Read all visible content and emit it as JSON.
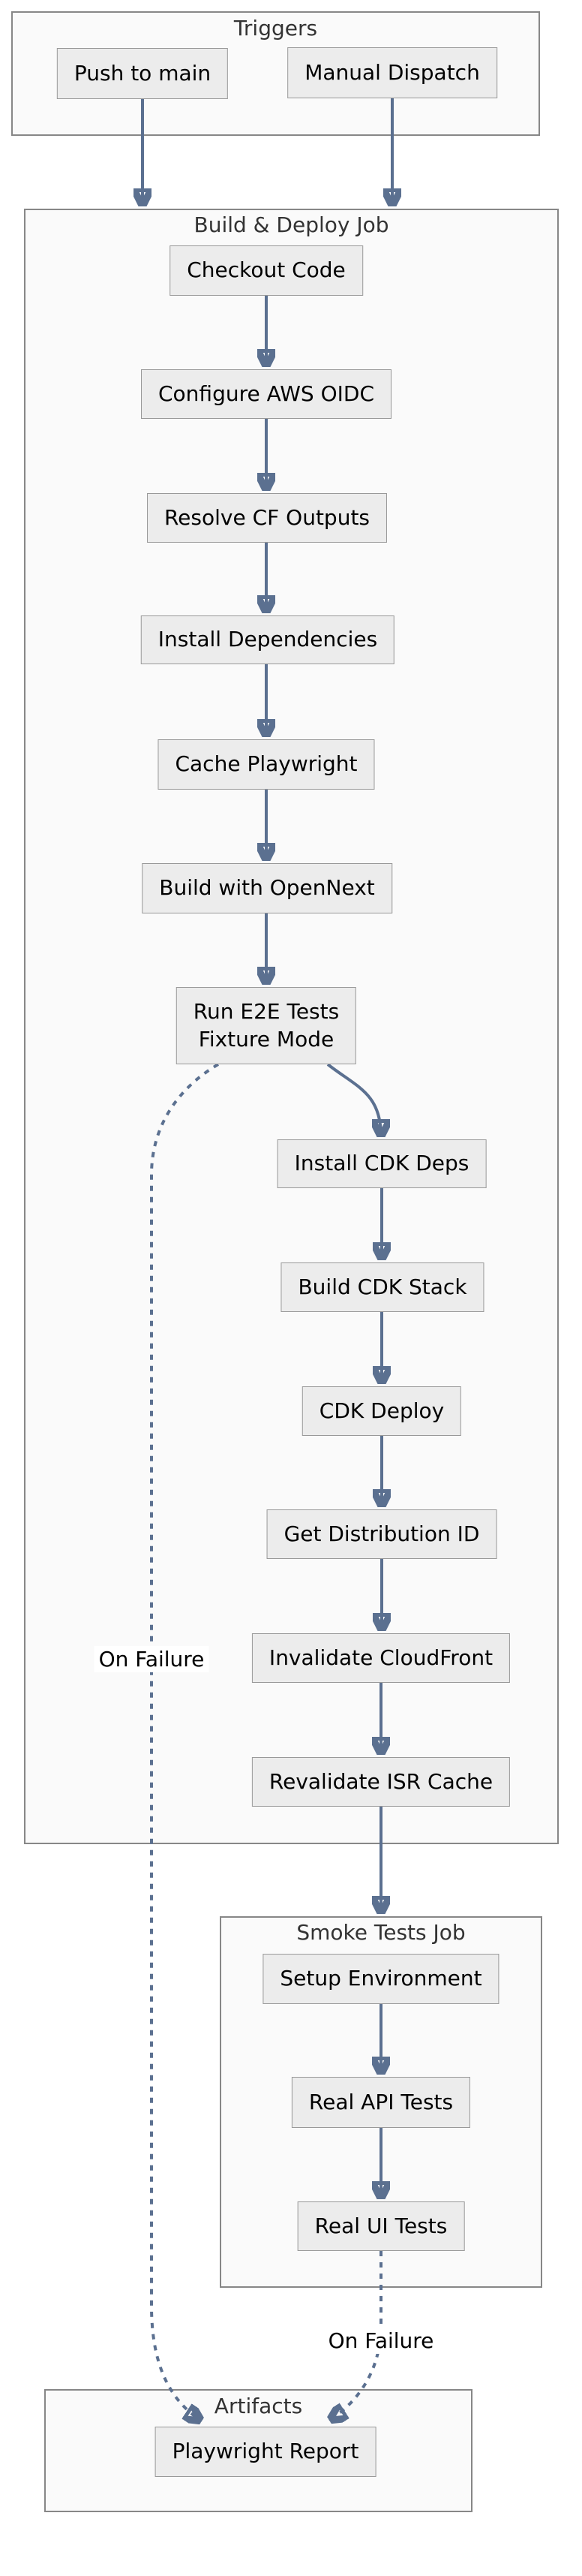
{
  "diagram": {
    "type": "flowchart",
    "direction": "top-to-bottom",
    "subgraphs": {
      "triggers": {
        "label": "Triggers"
      },
      "build": {
        "label": "Build & Deploy Job"
      },
      "smoke": {
        "label": "Smoke Tests Job"
      },
      "artifacts": {
        "label": "Artifacts"
      }
    },
    "nodes": {
      "push_main": {
        "label": "Push to main",
        "group": "triggers"
      },
      "manual_dispatch": {
        "label": "Manual Dispatch",
        "group": "triggers"
      },
      "checkout": {
        "label": "Checkout Code",
        "group": "build"
      },
      "configure_oidc": {
        "label": "Configure AWS OIDC",
        "group": "build"
      },
      "resolve_cf": {
        "label": "Resolve CF Outputs",
        "group": "build"
      },
      "install_deps": {
        "label": "Install Dependencies",
        "group": "build"
      },
      "cache_playwright": {
        "label": "Cache Playwright",
        "group": "build"
      },
      "build_opennext": {
        "label": "Build with OpenNext",
        "group": "build"
      },
      "run_e2e": {
        "label_line1": "Run E2E Tests",
        "label_line2": "Fixture Mode",
        "group": "build"
      },
      "install_cdk": {
        "label": "Install CDK Deps",
        "group": "build"
      },
      "build_cdk": {
        "label": "Build CDK Stack",
        "group": "build"
      },
      "cdk_deploy": {
        "label": "CDK Deploy",
        "group": "build"
      },
      "get_dist_id": {
        "label": "Get Distribution ID",
        "group": "build"
      },
      "invalidate_cloudfront": {
        "label": "Invalidate CloudFront",
        "group": "build"
      },
      "revalidate_isr": {
        "label": "Revalidate ISR Cache",
        "group": "build"
      },
      "setup_env": {
        "label": "Setup Environment",
        "group": "smoke"
      },
      "real_api": {
        "label": "Real API Tests",
        "group": "smoke"
      },
      "real_ui": {
        "label": "Real UI Tests",
        "group": "smoke"
      },
      "playwright_report": {
        "label": "Playwright Report",
        "group": "artifacts"
      }
    },
    "edge_labels": {
      "e2e_failure": "On Failure",
      "ui_failure": "On Failure"
    },
    "edges": [
      {
        "from": "push_main",
        "to": "build",
        "style": "solid"
      },
      {
        "from": "manual_dispatch",
        "to": "build",
        "style": "solid"
      },
      {
        "from": "checkout",
        "to": "configure_oidc",
        "style": "solid"
      },
      {
        "from": "configure_oidc",
        "to": "resolve_cf",
        "style": "solid"
      },
      {
        "from": "resolve_cf",
        "to": "install_deps",
        "style": "solid"
      },
      {
        "from": "install_deps",
        "to": "cache_playwright",
        "style": "solid"
      },
      {
        "from": "cache_playwright",
        "to": "build_opennext",
        "style": "solid"
      },
      {
        "from": "build_opennext",
        "to": "run_e2e",
        "style": "solid"
      },
      {
        "from": "run_e2e",
        "to": "install_cdk",
        "style": "solid"
      },
      {
        "from": "install_cdk",
        "to": "build_cdk",
        "style": "solid"
      },
      {
        "from": "build_cdk",
        "to": "cdk_deploy",
        "style": "solid"
      },
      {
        "from": "cdk_deploy",
        "to": "get_dist_id",
        "style": "solid"
      },
      {
        "from": "get_dist_id",
        "to": "invalidate_cloudfront",
        "style": "solid"
      },
      {
        "from": "invalidate_cloudfront",
        "to": "revalidate_isr",
        "style": "solid"
      },
      {
        "from": "revalidate_isr",
        "to": "smoke",
        "style": "solid"
      },
      {
        "from": "setup_env",
        "to": "real_api",
        "style": "solid"
      },
      {
        "from": "real_api",
        "to": "real_ui",
        "style": "solid"
      },
      {
        "from": "run_e2e",
        "to": "playwright_report",
        "style": "dashed",
        "label": "On Failure"
      },
      {
        "from": "real_ui",
        "to": "playwright_report",
        "style": "dashed",
        "label": "On Failure"
      }
    ],
    "colors": {
      "edge": "#5b7090",
      "node_fill": "#ececec",
      "node_border": "#999999",
      "node_text": "#000000",
      "cluster_fill": "#fafafa",
      "cluster_border": "#878787",
      "cluster_label": "#333333",
      "edge_label_text": "#000000",
      "background": "#ffffff"
    }
  }
}
